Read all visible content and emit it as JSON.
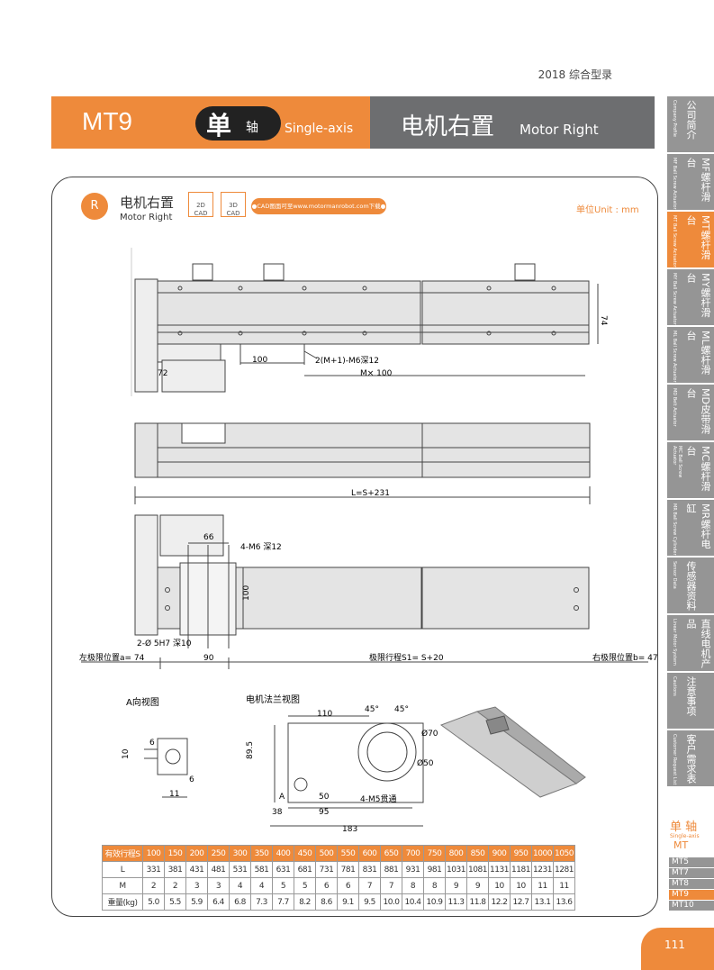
{
  "header": {
    "year_label": "2018  综合型录"
  },
  "banner": {
    "model": "MT9",
    "axis_cn_big": "单",
    "axis_cn_small": "轴",
    "axis_en": "Single-axis",
    "title_cn": "电机右置",
    "title_en": "Motor Right",
    "orange": "#ee8a3b",
    "gray": "#6d6e70"
  },
  "section": {
    "badge": "R",
    "title_cn": "电机右置",
    "title_en": "Motor Right",
    "cad2d": "2D\nCAD",
    "cad2d_a": "2D",
    "cad2d_b": "CAD",
    "cad3d_a": "3D",
    "cad3d_b": "CAD",
    "cad_note": "●CAD图面可至www.motormanrobot.com下载●",
    "unit": "单位Unit : mm"
  },
  "dims": {
    "d74": "74",
    "d100": "100",
    "d72": "72",
    "tap": "2(M+1)-M6深12",
    "m100": "M× 100",
    "l": "L=S+231",
    "d66": "66",
    "m6": "4-M6  深12",
    "d100b": "100",
    "pin": "2-Ø 5H7 深10",
    "left_limit": "左极限位置a= 74",
    "d90": "90",
    "stroke": "极限行程S1=  S+20",
    "right_limit": "右极限位置b= 47"
  },
  "views": {
    "a_view": "A向视图",
    "flange": "电机法兰视图",
    "d6": "6",
    "d10": "10",
    "d6b": "6",
    "d11": "11",
    "d110": "110",
    "d895": "89.5",
    "d50": "50",
    "d38": "38",
    "d95": "95",
    "d183": "183",
    "ang1": "45°",
    "ang2": "45°",
    "phi70": "Ø70",
    "phi50": "Ø50",
    "m5": "4-M5贯通",
    "a": "A"
  },
  "table": {
    "header": [
      "有效行程S",
      "100",
      "150",
      "200",
      "250",
      "300",
      "350",
      "400",
      "450",
      "500",
      "550",
      "600",
      "650",
      "700",
      "750",
      "800",
      "850",
      "900",
      "950",
      "1000",
      "1050"
    ],
    "rows": [
      [
        "L",
        "331",
        "381",
        "431",
        "481",
        "531",
        "581",
        "631",
        "681",
        "731",
        "781",
        "831",
        "881",
        "931",
        "981",
        "1031",
        "1081",
        "1131",
        "1181",
        "1231",
        "1281"
      ],
      [
        "M",
        "2",
        "2",
        "3",
        "3",
        "4",
        "4",
        "5",
        "5",
        "6",
        "6",
        "7",
        "7",
        "8",
        "8",
        "9",
        "9",
        "10",
        "10",
        "11",
        "11"
      ],
      [
        "重量(kg)",
        "5.0",
        "5.5",
        "5.9",
        "6.4",
        "6.8",
        "7.3",
        "7.7",
        "8.2",
        "8.6",
        "9.1",
        "9.5",
        "10.0",
        "10.4",
        "10.9",
        "11.3",
        "11.8",
        "12.2",
        "12.7",
        "13.1",
        "13.6"
      ]
    ]
  },
  "sidebar": {
    "tabs": [
      {
        "cn": "公司简介",
        "en": "Company Profile",
        "active": false
      },
      {
        "cn": "MF螺杆滑台",
        "en": "MF Ball Screw Actuator",
        "active": false
      },
      {
        "cn": "MT螺杆滑台",
        "en": "MT Ball Screw Actuator",
        "active": true
      },
      {
        "cn": "MY螺杆滑台",
        "en": "MY Ball Screw Actuator",
        "active": false
      },
      {
        "cn": "ML螺杆滑台",
        "en": "ML Ball Screw Actuator",
        "active": false
      },
      {
        "cn": "MD皮带滑台",
        "en": "MD Belt Actuator",
        "active": false
      },
      {
        "cn": "MC螺杆滑台",
        "en": "MC Ball Screw Actuator",
        "active": false
      },
      {
        "cn": "MR螺杆电缸",
        "en": "MR Ball Screw Cylinder",
        "active": false
      },
      {
        "cn": "传感器资料",
        "en": "Sensor Data",
        "active": false
      },
      {
        "cn": "直线电机产品",
        "en": "Linear Motor System",
        "active": false
      },
      {
        "cn": "注意事项",
        "en": "Cautions",
        "active": false
      },
      {
        "cn": "客户需求表",
        "en": "Customer Request List",
        "active": false
      }
    ],
    "sub_title": "单 轴",
    "sub_en": "Single-axis",
    "sub_mt": "MT",
    "sub_items": [
      {
        "label": "MT5",
        "active": false
      },
      {
        "label": "MT7",
        "active": false
      },
      {
        "label": "MT8",
        "active": false
      },
      {
        "label": "MT9",
        "active": true
      },
      {
        "label": "MT10",
        "active": false
      }
    ]
  },
  "page": {
    "number": "111"
  }
}
